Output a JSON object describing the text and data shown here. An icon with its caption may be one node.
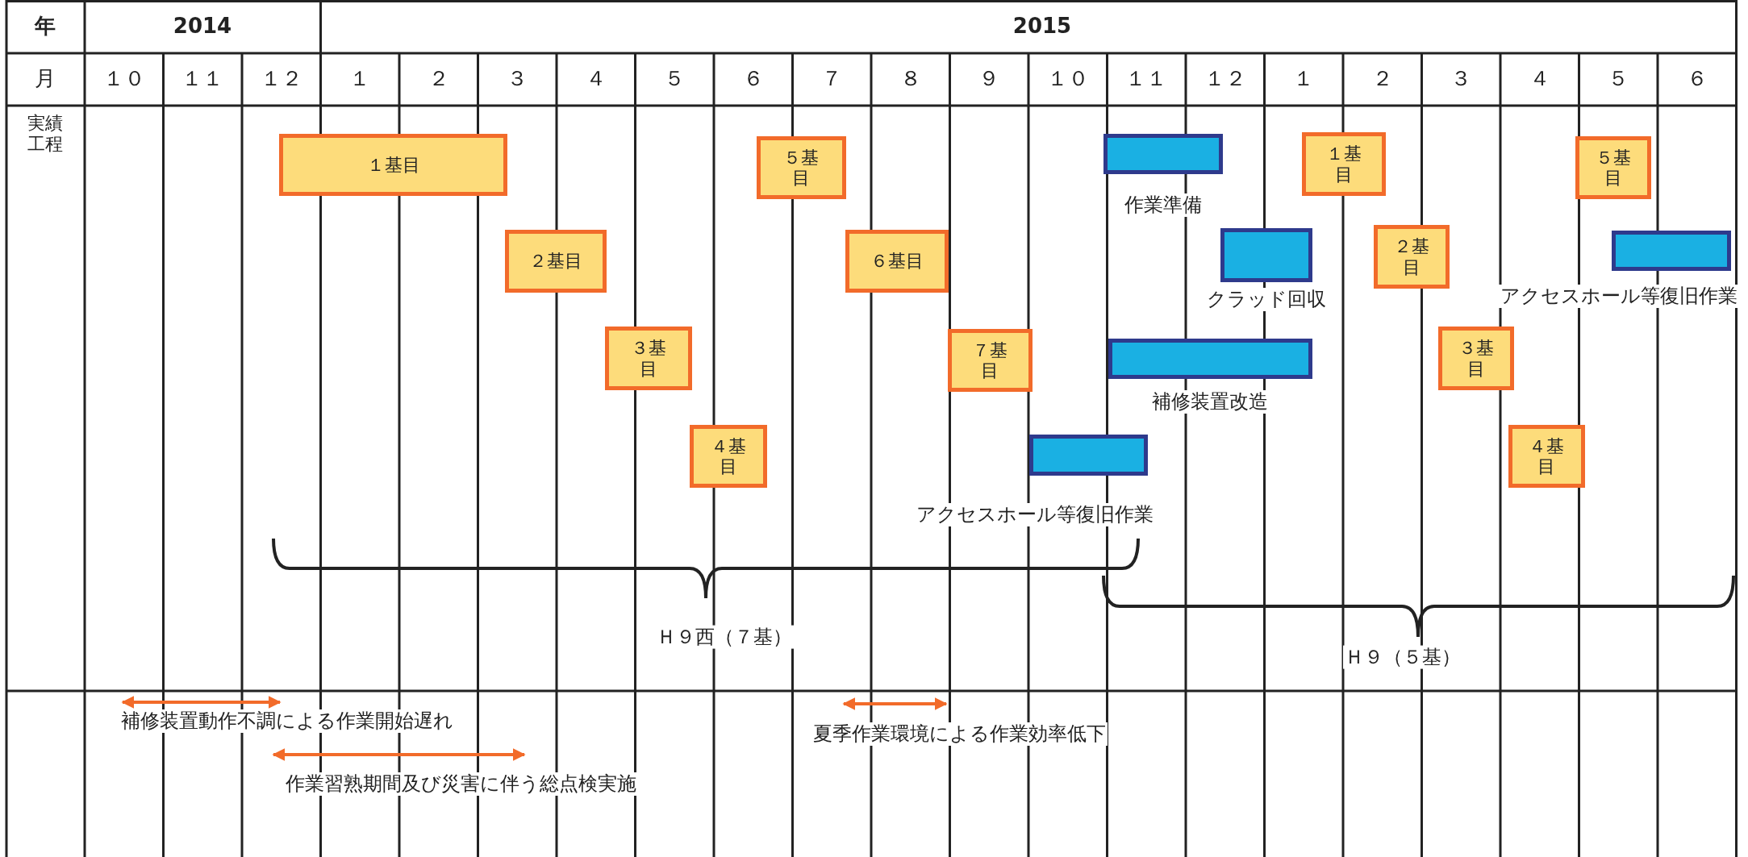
{
  "diagram": {
    "nodes": [
      {
        "text": [
          "１基目"
        ]
      },
      {
        "text": [
          "５基目"
        ]
      },
      {
        "text": [
          "２基目"
        ]
      },
      {
        "text": [
          "６基目"
        ]
      },
      {
        "text": [
          "３基目"
        ]
      },
      {
        "text": [
          "７基目"
        ]
      },
      {
        "text": [
          "４基目"
        ]
      },
      {
        "text": [],
        "shape": "bar",
        "beside": [
          "作業準備"
        ]
      },
      {
        "text": [],
        "shape": "bar",
        "beside": [
          "クラッド回収"
        ]
      },
      {
        "text": [],
        "shape": "bar",
        "beside": [
          "補修装置改造"
        ]
      },
      {
        "text": [],
        "shape": "bar",
        "beside": [
          "アクセスホール等復旧作業"
        ]
      },
      {
        "text": [
          "１基目"
        ]
      },
      {
        "text": [
          "２基目"
        ]
      },
      {
        "text": [
          "３基目"
        ]
      },
      {
        "text": [
          "４基目"
        ]
      },
      {
        "text": [
          "５基目"
        ]
      },
      {
        "text": [],
        "shape": "bar",
        "beside": [
          "アクセスホール等復旧作業"
        ]
      }
    ],
    "labels": [
      "年",
      "2014",
      "2015",
      "月",
      "１０",
      "１１",
      "１２",
      "１",
      "２",
      "３",
      "４",
      "５",
      "６",
      "７",
      "８",
      "９",
      "１０",
      "１１",
      "１２",
      "１",
      "２",
      "３",
      "４",
      "５",
      "６",
      "実績工程",
      "Ｈ９西（７基）",
      "Ｈ９（５基）",
      "補修装置動作不調による作業開始遅れ",
      "夏季作業環境による作業効率低下",
      "作業習熟期間及び災害に伴う総点検実施"
    ]
  }
}
